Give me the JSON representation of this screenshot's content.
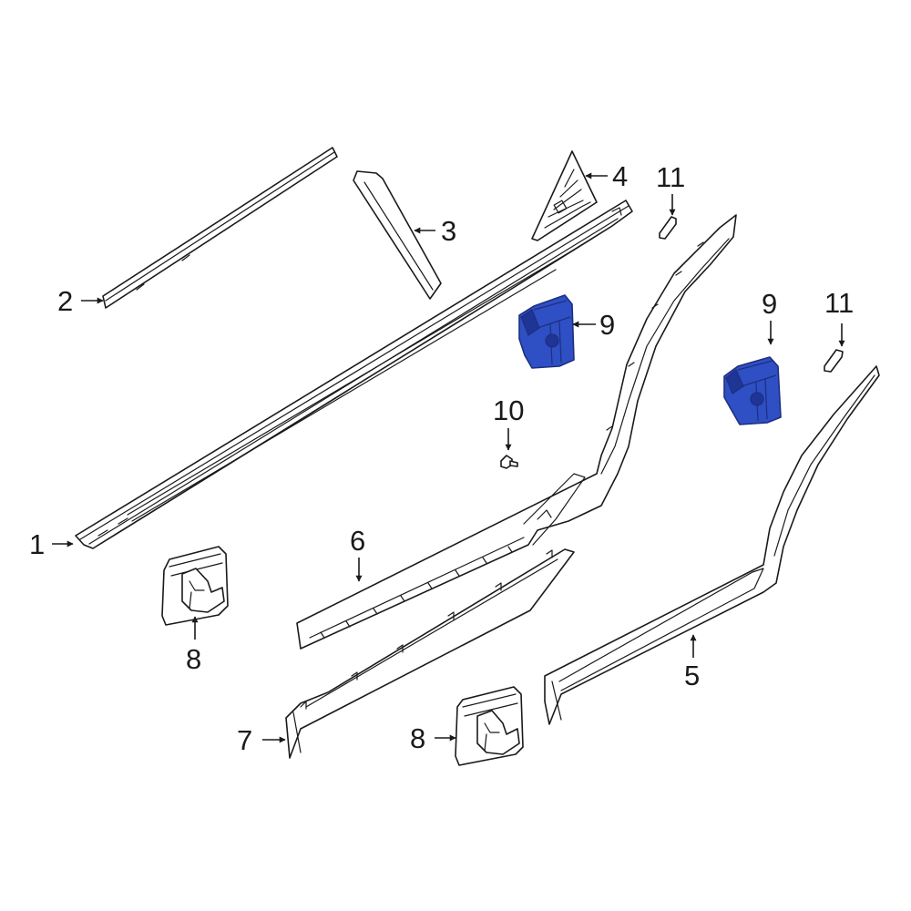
{
  "highlight": {
    "fill": "#2f4fc4",
    "stroke": "#1d2f80",
    "shade": "#1f3596"
  },
  "callouts": {
    "c1": "1",
    "c2": "2",
    "c3": "3",
    "c4": "4",
    "c5": "5",
    "c6": "6",
    "c7": "7",
    "c8a": "8",
    "c8b": "8",
    "c9a": "9",
    "c9b": "9",
    "c10": "10",
    "c11a": "11",
    "c11b": "11"
  },
  "icons": [
    "arrow-icon"
  ]
}
